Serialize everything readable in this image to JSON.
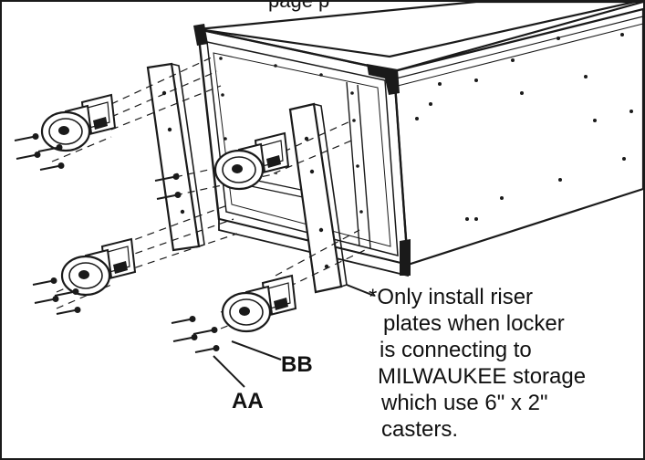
{
  "header": {
    "partial_text": "page p"
  },
  "callouts": {
    "aa": "AA",
    "bb": "BB"
  },
  "note": {
    "lines": [
      "*Only install riser",
      "plates when locker",
      "is connecting to",
      "MILWAUKEE storage",
      "which use 6\" x 2\"",
      "casters."
    ]
  },
  "colors": {
    "line": "#1a1a1a",
    "fill": "#ffffff"
  }
}
